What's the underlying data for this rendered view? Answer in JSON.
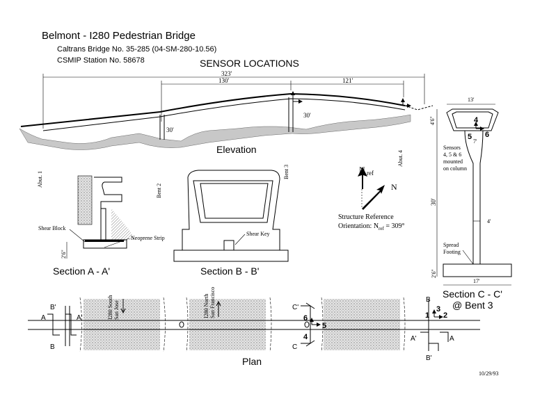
{
  "header": {
    "title": "Belmont - I280 Pedestrian Bridge",
    "bridge_no": "Caltrans Bridge No. 35-285 (04-SM-280-10.56)",
    "station": "CSMIP Station No. 58678"
  },
  "sensor_locations_title": "SENSOR LOCATIONS",
  "elevation": {
    "label": "Elevation",
    "dim_total": "323'",
    "dim_left": "130'",
    "dim_right": "121'",
    "height_bent2": "30'",
    "height_bent3": "30'",
    "abut1": "Abut. 1",
    "bent2": "Bent 2",
    "bent3": "Bent 3",
    "abut4": "Abut. 4"
  },
  "section_a": {
    "label": "Section A - A'",
    "shear_block": "Shear Block",
    "neoprene": "Neoprene Strip",
    "dim": "2'6\""
  },
  "section_b": {
    "label": "Section  B - B'",
    "shear_key": "Shear Key"
  },
  "section_c": {
    "label_line1": "Section C - C'",
    "label_line2": "@ Bent 3",
    "top_width": "13'",
    "deck_depth": "4'6\"",
    "col_top": "7'",
    "col_mid": "4'",
    "height": "30'",
    "footing_depth": "2'6\"",
    "footing_width": "17'",
    "note_line1": "Sensors",
    "note_line2": "4, 5 & 6",
    "note_line3": "mounted",
    "note_line4": "on column",
    "spread_line1": "Spread",
    "spread_line2": "Footing",
    "sensor_4": "4",
    "sensor_5": "5",
    "sensor_6": "6"
  },
  "reference": {
    "nref": "N",
    "nref_sub": "ref",
    "n": "N",
    "line1": "Structure Reference",
    "line2_prefix": "Orientation: N",
    "line2_sub": "ref",
    "line2_suffix": " = 309°"
  },
  "plan": {
    "label": "Plan",
    "i280_south": "I280 South",
    "san_jose": "San Jose",
    "i280_north": "I280 North",
    "san_francisco": "San Francisco",
    "A": "A",
    "A_prime": "A'",
    "B": "B",
    "B_prime": "B'",
    "C": "C",
    "C_prime": "C'",
    "s1": "1",
    "s2": "2",
    "s3": "3",
    "s4": "4",
    "s5": "5",
    "s6": "6"
  },
  "date": "10/29/93"
}
